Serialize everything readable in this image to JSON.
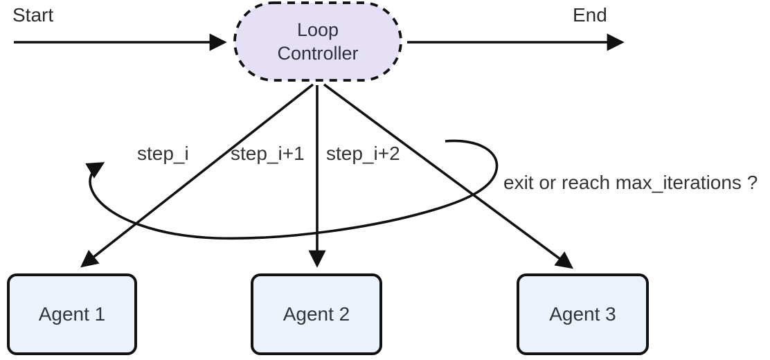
{
  "diagram": {
    "kind": "loop-controller-flowchart",
    "start": {
      "label": "Start"
    },
    "end": {
      "label": "End"
    },
    "controller": {
      "label": "Loop Controller"
    },
    "agents": [
      {
        "label": "Agent 1"
      },
      {
        "label": "Agent 2"
      },
      {
        "label": "Agent 3"
      }
    ],
    "edge_labels": {
      "step1": "step_i",
      "step2": "step_i+1",
      "step3": "step_i+2",
      "loop_condition": "exit or reach max_iterations ?"
    },
    "colors": {
      "controller_fill": "#e6e0f7",
      "agent_fill": "#ecf2fa",
      "edge_stroke": "#111111",
      "label_text": "#333333",
      "node_text": "#2e2c40"
    }
  }
}
